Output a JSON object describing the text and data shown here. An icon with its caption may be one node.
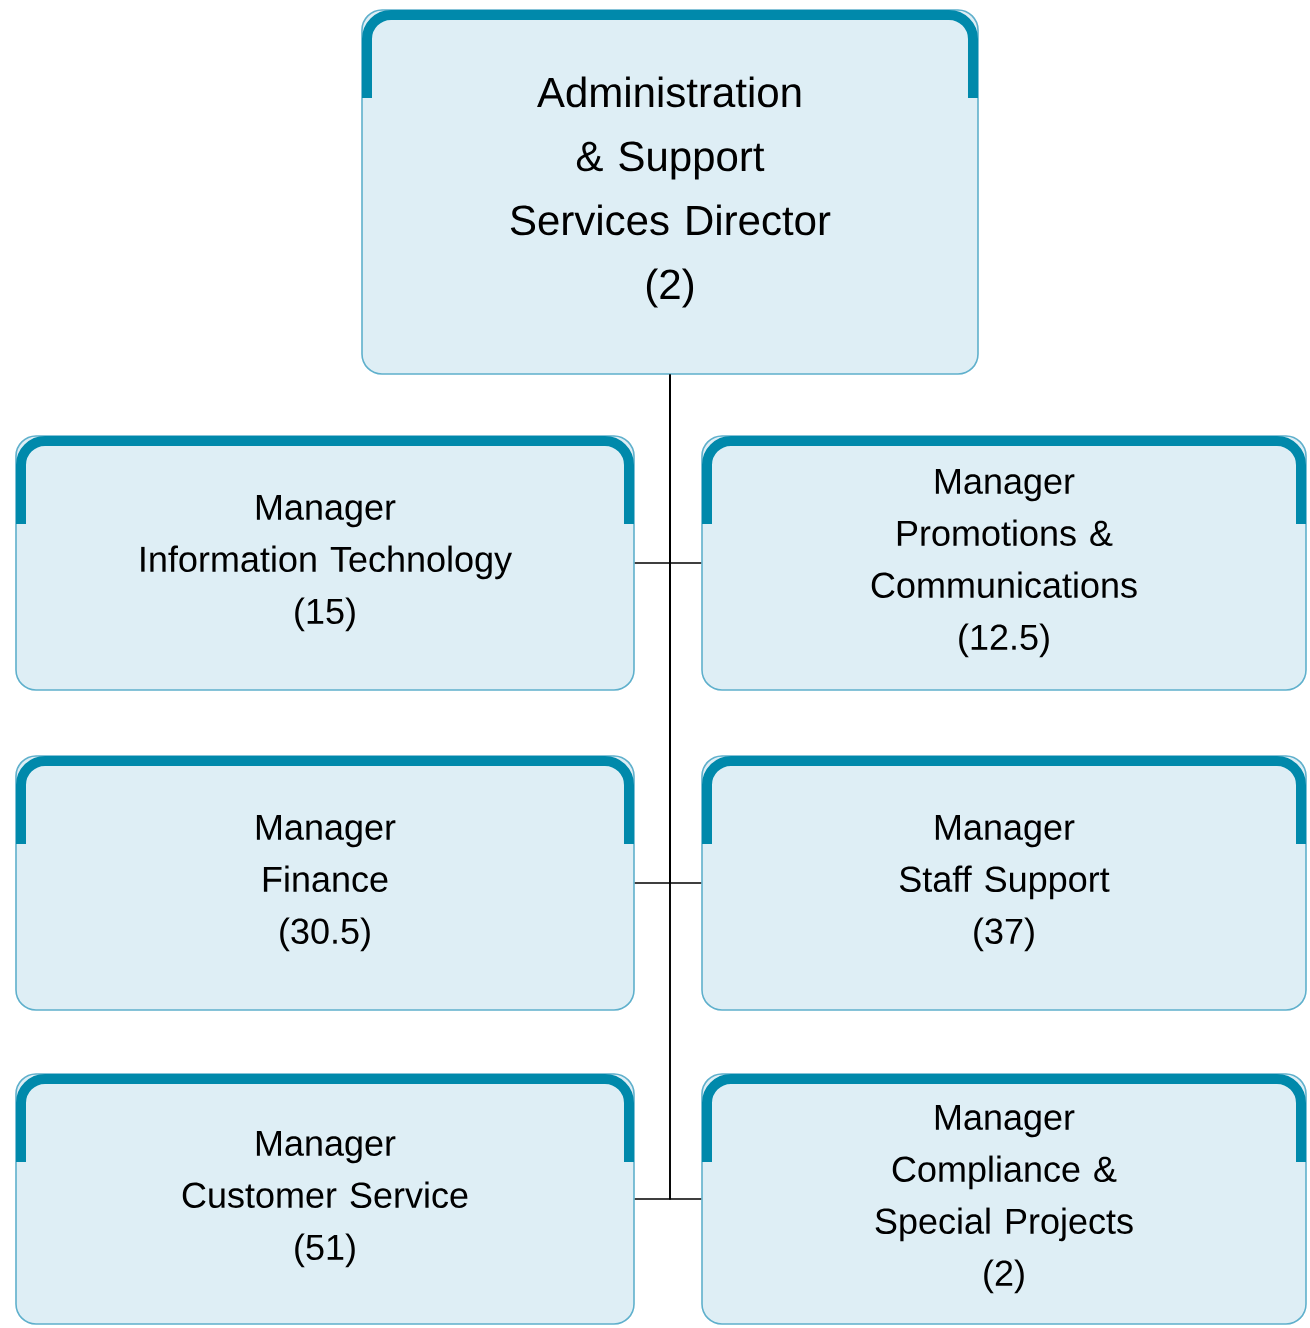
{
  "diagram": {
    "nodes": [
      {
        "text": [
          "Administration & Support Services Director",
          "(2)"
        ]
      },
      {
        "text": [
          "Manager",
          "Information Technology",
          "(15)"
        ]
      },
      {
        "text": [
          "Manager",
          "Promotions & Communications",
          "(12.5)"
        ]
      },
      {
        "text": [
          "Manager",
          "Finance",
          "(30.5)"
        ]
      },
      {
        "text": [
          "Manager",
          "Staff Support",
          "(37)"
        ]
      },
      {
        "text": [
          "Manager",
          "Customer Service",
          "(51)"
        ]
      },
      {
        "text": [
          "Manager",
          "Compliance & Special Projects",
          "(2)"
        ]
      }
    ],
    "edges": [
      {
        "from": 0,
        "to": 1,
        "arrow": "none"
      },
      {
        "from": 0,
        "to": 2,
        "arrow": "none"
      },
      {
        "from": 0,
        "to": 3,
        "arrow": "none"
      },
      {
        "from": 0,
        "to": 4,
        "arrow": "none"
      },
      {
        "from": 0,
        "to": 5,
        "arrow": "none"
      },
      {
        "from": 0,
        "to": 6,
        "arrow": "none"
      }
    ]
  }
}
